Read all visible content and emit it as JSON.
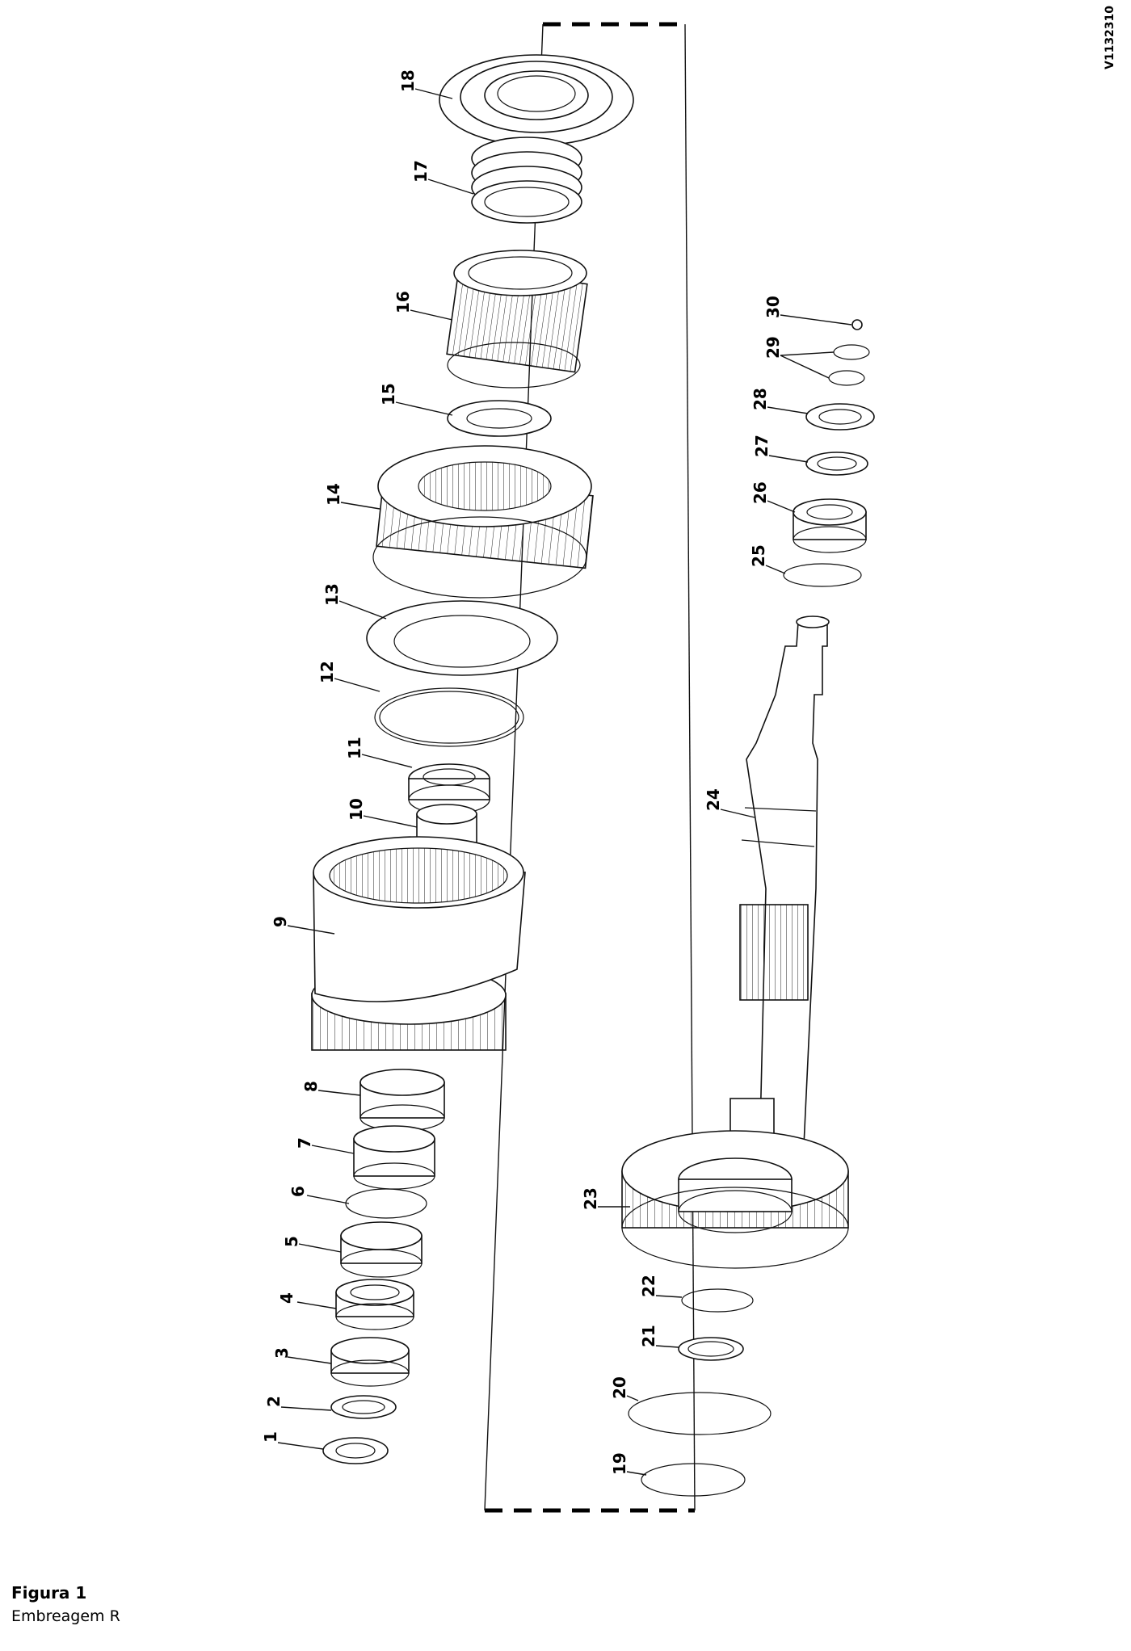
{
  "figure": {
    "reference_code": "V1132310",
    "caption_title": "Figura 1",
    "caption_subtitle": "Embreagem R"
  },
  "callouts": [
    "1",
    "2",
    "3",
    "4",
    "5",
    "6",
    "7",
    "8",
    "9",
    "10",
    "11",
    "12",
    "13",
    "14",
    "15",
    "16",
    "17",
    "18",
    "19",
    "20",
    "21",
    "22",
    "23",
    "24",
    "25",
    "26",
    "27",
    "28",
    "29",
    "30"
  ]
}
